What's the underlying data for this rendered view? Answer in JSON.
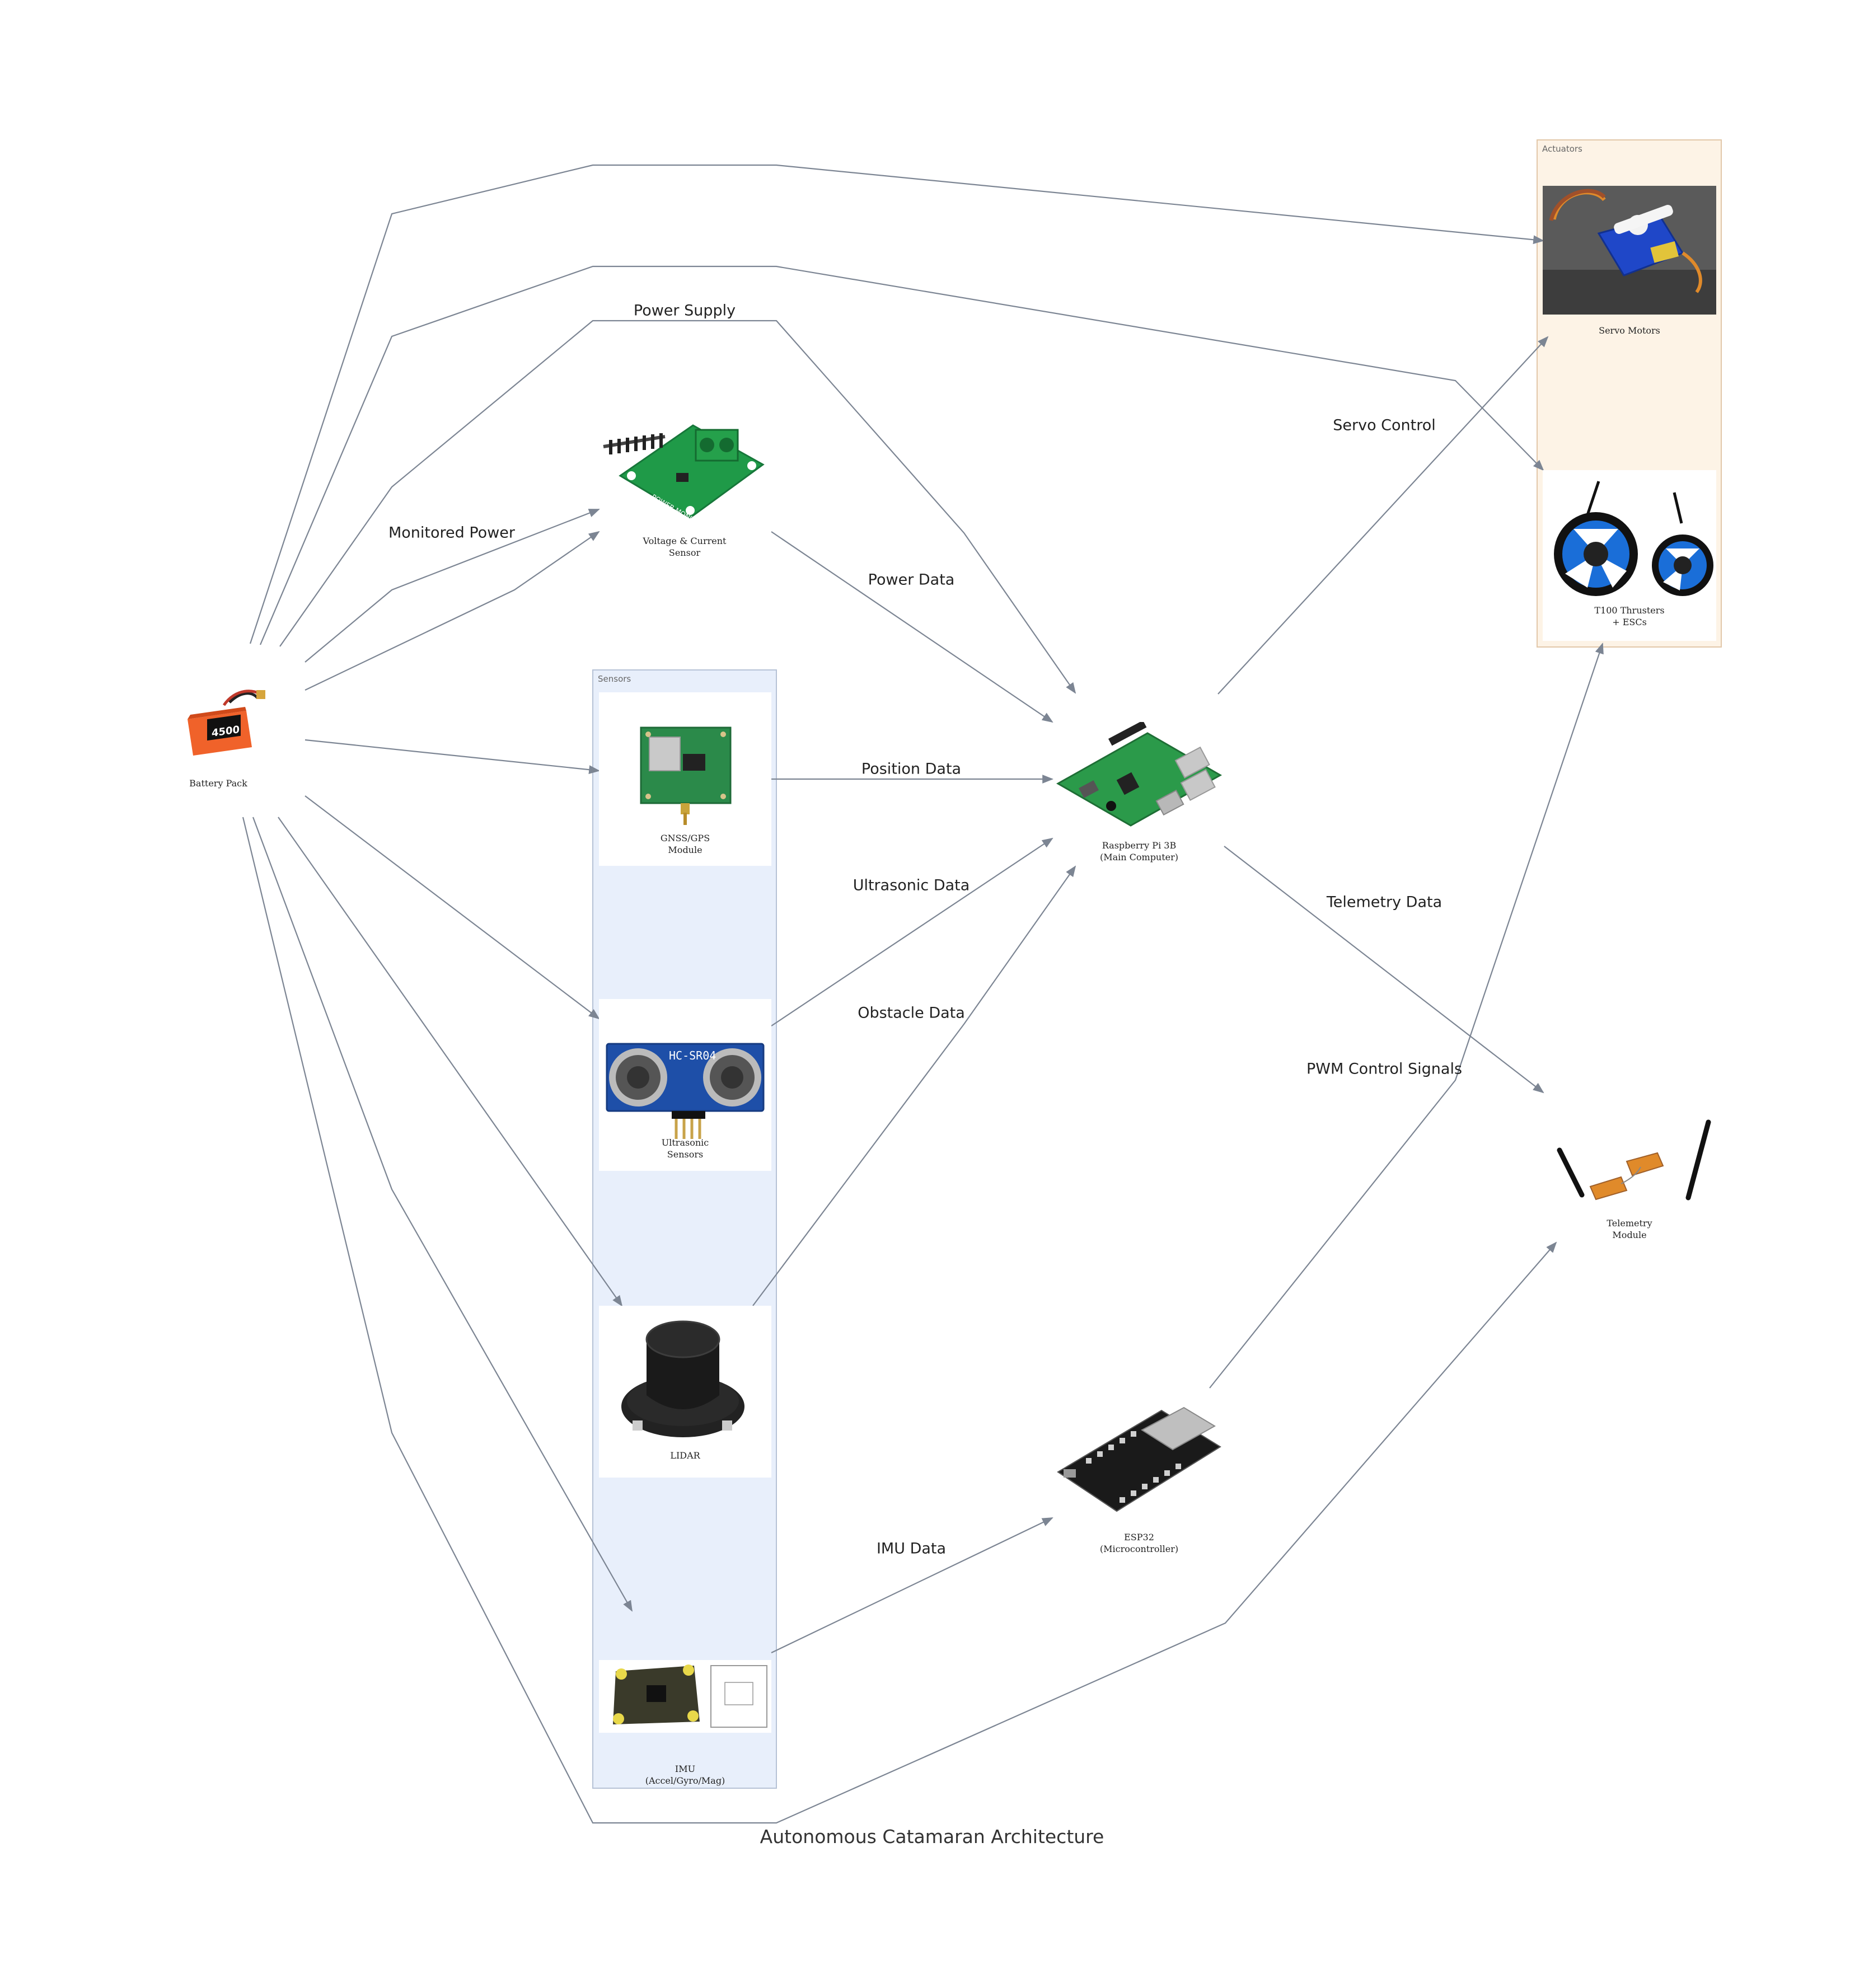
{
  "diagram": {
    "title": "Autonomous Catamaran Architecture",
    "clusters": {
      "sensors": "Sensors",
      "actuators": "Actuators"
    },
    "nodes": {
      "battery": "Battery Pack",
      "vsensor": "Voltage & Current\nSensor",
      "gps": "GNSS/GPS\nModule",
      "ultrasonic": "Ultrasonic\nSensors",
      "lidar": "LIDAR",
      "imu": "IMU\n(Accel/Gyro/Mag)",
      "rpi": "Raspberry Pi 3B\n(Main Computer)",
      "esp32": "ESP32\n(Microcontroller)",
      "servo": "Servo Motors",
      "thrusters": "T100 Thrusters\n+ ESCs",
      "telemetry": "Telemetry\nModule"
    },
    "edge_labels": {
      "power_supply": "Power Supply",
      "monitored_power": "Monitored Power",
      "power_data": "Power Data",
      "position_data": "Position Data",
      "ultrasonic_data": "Ultrasonic Data",
      "obstacle_data": "Obstacle Data",
      "imu_data": "IMU Data",
      "servo_control": "Servo Control",
      "telemetry_data": "Telemetry Data",
      "pwm_control": "PWM Control Signals"
    },
    "colors": {
      "sensors_fill": "#e8effb",
      "actuators_fill": "#fdf3e6",
      "edge": "#7c8593"
    }
  }
}
